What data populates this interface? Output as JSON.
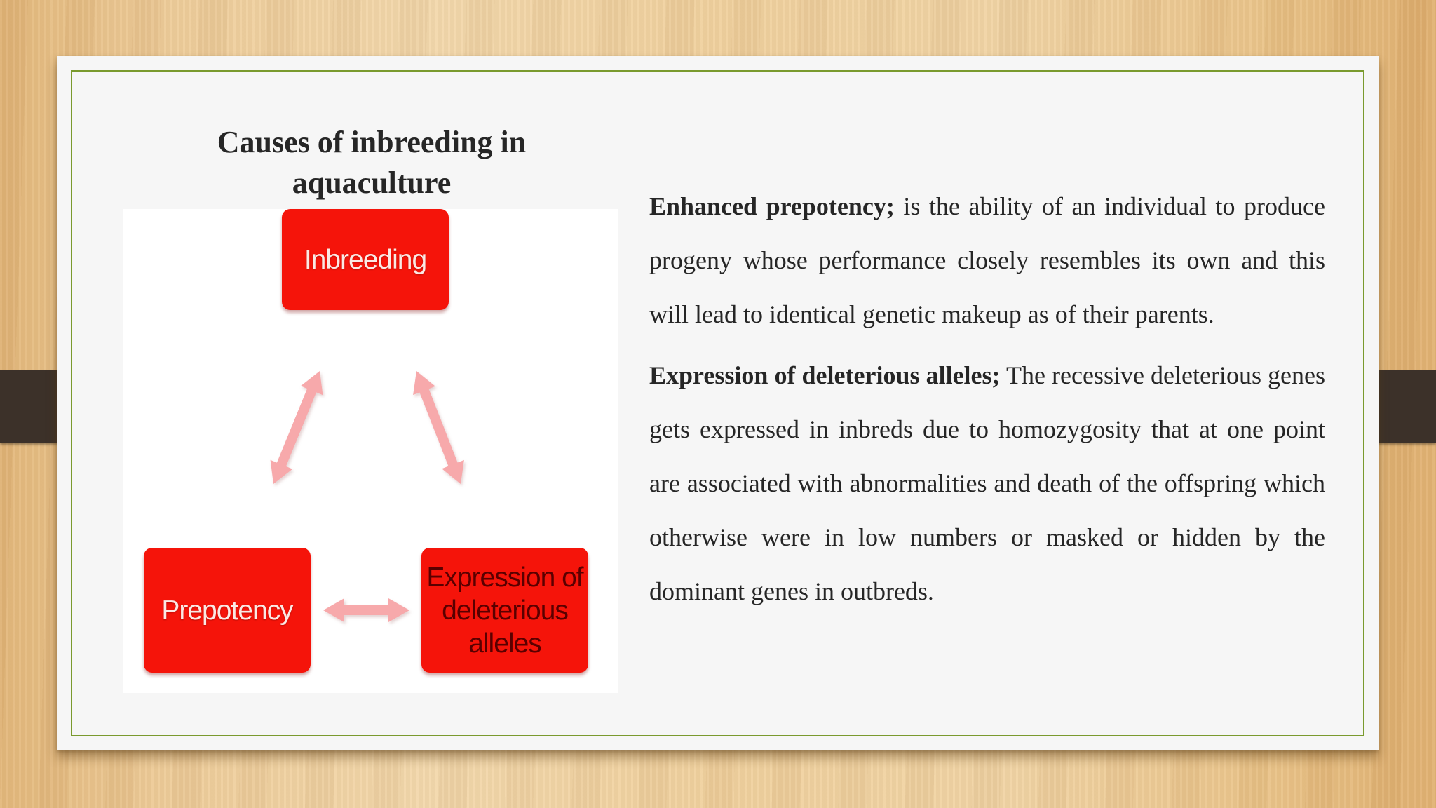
{
  "slide": {
    "title": "Causes of inbreeding in aquaculture",
    "accent_color": "#7a9a2e",
    "clip_color": "#3c3129"
  },
  "diagram": {
    "node_color": "#f5140a",
    "arrow_color": "#f7a9ab",
    "nodes": {
      "top": "Inbreeding",
      "left": "Prepotency",
      "right": "Expression of deleterious alleles"
    }
  },
  "content": {
    "paragraphs": [
      {
        "term": "Enhanced prepotency;",
        "text": " is the ability of an individual to produce progeny whose performance closely resembles its own and this will lead to identical genetic makeup as of their parents."
      },
      {
        "term": "Expression of deleterious alleles;",
        "text": " The recessive deleterious genes gets expressed in inbreds due to homozygosity that at one point are associated with abnormalities and death of the offspring which otherwise were in low numbers or masked or hidden by the dominant genes in outbreds."
      }
    ]
  }
}
